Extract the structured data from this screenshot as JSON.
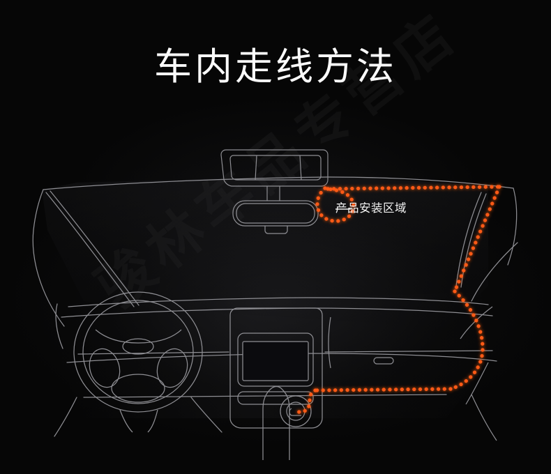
{
  "page": {
    "title": "车内走线方法",
    "background_color": "#060606",
    "title_color": "#fbfbfb"
  },
  "watermark": {
    "text": "骏林车品专营店",
    "color": "#787878"
  },
  "diagram": {
    "name": "car-interior-wiring-route",
    "line_color": "#8e8e93",
    "route_color": "#ff5a12",
    "route_glow_color": "#e8400a",
    "parts": {
      "windshield": "windshield",
      "overhead_console": "overhead-console",
      "rearview_mirror": "rearview-mirror",
      "left_a_pillar": "left-a-pillar",
      "right_a_pillar": "right-a-pillar",
      "steering_wheel": "steering-wheel",
      "dashboard": "dashboard",
      "center_console": "center-console",
      "infotainment_screen": "infotainment-screen",
      "gear_shifter": "gear-shifter",
      "cigarette_lighter_socket": "cigarette-lighter-socket",
      "glove_box": "glove-box",
      "passenger_door_trim": "passenger-door-trim"
    }
  },
  "callout": {
    "dash": "—",
    "label": "产品安装区域"
  }
}
